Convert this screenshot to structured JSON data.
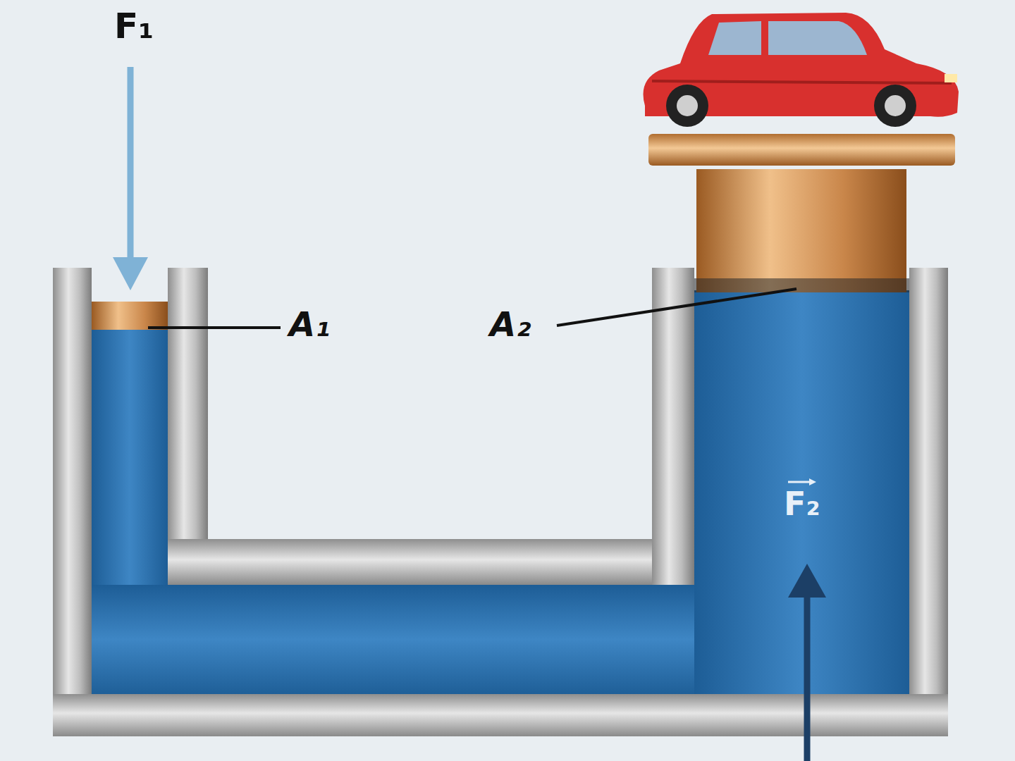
{
  "diagram": {
    "labels": [
      "F₁",
      "A₁",
      "A₂",
      "F₂"
    ]
  }
}
